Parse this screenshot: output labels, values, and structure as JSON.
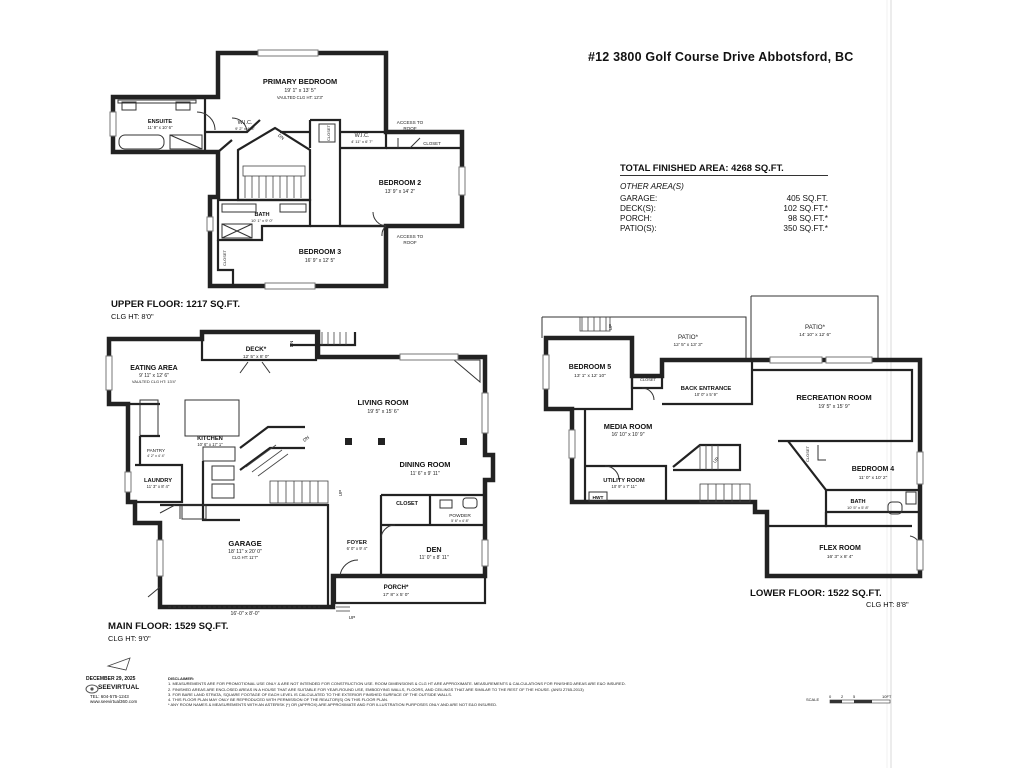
{
  "address": "#12 3800 Golf Course Drive Abbotsford, BC",
  "totals": {
    "title": "TOTAL FINISHED AREA: 4268 SQ.FT.",
    "other_label": "OTHER AREA(S)",
    "rows": [
      {
        "label": "GARAGE:",
        "value": "405 SQ.FT."
      },
      {
        "label": "DECK(S):",
        "value": "102 SQ.FT.*"
      },
      {
        "label": "PORCH:",
        "value": "98 SQ.FT.*"
      },
      {
        "label": "PATIO(S):",
        "value": "350 SQ.FT.*"
      }
    ]
  },
  "upper_floor": {
    "label": "UPPER FLOOR: 1217 SQ.FT.",
    "clg": "CLG HT: 8'0\"",
    "rooms": {
      "primary": {
        "name": "PRIMARY BEDROOM",
        "dim": "19' 1\" x 13' 5\"",
        "note": "VAULTED CLG HT: 12'3\""
      },
      "ensuite": {
        "name": "ENSUITE",
        "dim": "11' 9\" x 10' 6\""
      },
      "wic1": {
        "name": "W.I.C.",
        "dim": "9' 2\" x 4' 3\""
      },
      "closet1": "CLOSET",
      "wic2": {
        "name": "W.I.C.",
        "dim": "4' 11\" x 6' 7\""
      },
      "access1": "ACCESS TO ROOF",
      "closet2": "CLOSET",
      "bed2": {
        "name": "BEDROOM 2",
        "dim": "13' 9\" x 14' 2\""
      },
      "bath": {
        "name": "BATH",
        "dim": "10' 1\" x 9' 0\""
      },
      "bed3": {
        "name": "BEDROOM 3",
        "dim": "16' 9\" x 12' 5\""
      },
      "access2": "ACCESS TO ROOF",
      "closet3": "CLOSET",
      "dn": "DN"
    }
  },
  "main_floor": {
    "label": "MAIN FLOOR: 1529 SQ.FT.",
    "clg": "CLG HT: 9'0\"",
    "rooms": {
      "deck": {
        "name": "DECK*",
        "dim": "12' 5\" x 8' 0\""
      },
      "eating": {
        "name": "EATING AREA",
        "dim": "9' 11\" x 12' 6\"",
        "note": "VAULTED CLG HT: 13'4\""
      },
      "kitchen": {
        "name": "KITCHEN",
        "dim": "10' 6\" x 17' 1\""
      },
      "pantry": {
        "name": "PANTRY",
        "dim": "4' 2\" x 4' 4\""
      },
      "laundry": {
        "name": "LAUNDRY",
        "dim": "11' 3\" x 8' 4\""
      },
      "living": {
        "name": "LIVING ROOM",
        "dim": "19' 5\" x 15' 6\""
      },
      "dining": {
        "name": "DINING ROOM",
        "dim": "11' 6\" x 9' 11\""
      },
      "closet": "CLOSET",
      "powder": {
        "name": "POWDER",
        "dim": "5' 6\" x 4' 8\""
      },
      "garage": {
        "name": "GARAGE",
        "dim": "18' 11\" x 20' 0\"",
        "note": "CLG HT: 11'7\""
      },
      "garage_door": "16'-0\" x 8'-0\"",
      "foyer": {
        "name": "FOYER",
        "dim": "6' 0\" x 9' 4\""
      },
      "den": {
        "name": "DEN",
        "dim": "11' 0\" x 8' 11\""
      },
      "porch": {
        "name": "PORCH*",
        "dim": "17' 8\" x 5' 0\""
      },
      "up": "UP",
      "dn": "DN",
      "dn2": "DN",
      "up2": "UP"
    }
  },
  "lower_floor": {
    "label": "LOWER FLOOR: 1522 SQ.FT.",
    "clg": "CLG HT: 8'8\"",
    "rooms": {
      "patio1": {
        "name": "PATIO*",
        "dim": "12' 5\" x 13' 3\""
      },
      "patio2": {
        "name": "PATIO*",
        "dim": "14' 10\" x 12' 6\""
      },
      "bed5": {
        "name": "BEDROOM 5",
        "dim": "13' 1\" x 12' 10\""
      },
      "closet": "CLOSET",
      "back": {
        "name": "BACK ENTRANCE",
        "dim": "10' 0\" x 5' 9\""
      },
      "rec": {
        "name": "RECREATION ROOM",
        "dim": "19' 5\" x 15' 9\""
      },
      "media": {
        "name": "MEDIA ROOM",
        "dim": "16' 10\" x 10' 9\""
      },
      "utility": {
        "name": "UTILITY ROOM",
        "dim": "10' 9\" x 7' 11\""
      },
      "hwt": "HWT",
      "bed4": {
        "name": "BEDROOM 4",
        "dim": "11' 0\" x 10' 2\""
      },
      "closet2": "CLOSET",
      "bath": {
        "name": "BATH",
        "dim": "10' 5\" x 5' 8\""
      },
      "flex": {
        "name": "FLEX ROOM",
        "dim": "16' 3\" x 8' 4\""
      },
      "up": "UP",
      "up2": "UP"
    }
  },
  "footer": {
    "date": "DECEMBER 29, 2025",
    "brand": "SEEVIRTUAL",
    "phone": "TEL: 604-575-1243",
    "web": "www.seevirtual360.com",
    "disclaimer_title": "DISCLAIMER:",
    "disclaimers": [
      "1. MEASUREMENTS ARE FOR PROMOTIONAL USE ONLY & ARE NOT INTENDED FOR CONSTRUCTION USE. ROOM DIMENSIONS & CLG HT ARE APPROXIMATE. MEASUREMENTS & CALCULATIONS FOR FINISHED AREAS ARE E&O INSURED.",
      "2. FINISHED AREAS ARE ENCLOSED AREAS IN A HOUSE THAT ARE SUITABLE FOR YEAR-ROUND USE, EMBODYING WALLS, FLOORS, AND CEILINGS THAT ARE SIMILAR TO THE REST OF THE HOUSE. (ANSI Z765-2013)",
      "3. FOR BARE LAND STRATA, SQUARE FOOTAGE OF EACH LEVEL IS CALCULATED TO THE EXTERIOR FINISHED SURFACE OF THE OUTSIDE WALLS.",
      "4. THIS FLOOR PLAN MAY ONLY BE REPRODUCED WITH PERMISSION OF THE REALTOR(S) ON THIS FLOOR PLAN.",
      "* ANY ROOM NAMES & MEASUREMENTS WITH AN ASTERISK (*) OR (APPROX) ARE APPROXIMATE AND FOR ILLUSTRATION PURPOSES ONLY AND ARE NOT E&O INSURED."
    ],
    "scale": {
      "label": "SCALE",
      "ticks": [
        "0",
        "2",
        "5",
        "10FT"
      ]
    }
  }
}
